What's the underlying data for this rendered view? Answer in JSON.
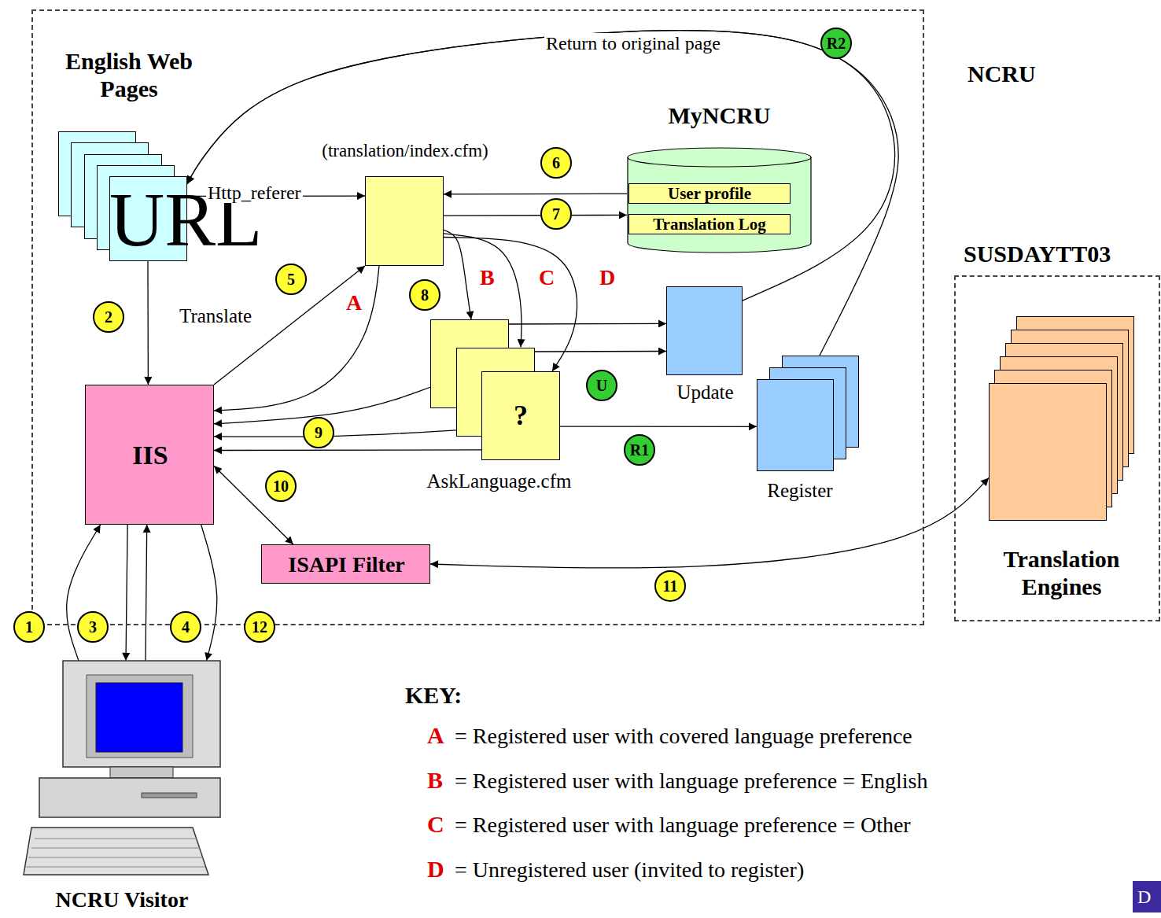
{
  "diagram": {
    "nodes": [
      {
        "text": [
          "NCRU"
        ]
      },
      {
        "text": [
          "English Web Pages",
          "URL"
        ],
        "in": 0
      },
      {
        "text": [
          "(translation/index.cfm)"
        ],
        "in": 0
      },
      {
        "text": [
          "MyNCRU",
          "User profile",
          "Translation Log"
        ],
        "in": 0
      },
      {
        "text": [
          "IIS"
        ],
        "in": 0
      },
      {
        "text": [
          "?",
          "AskLanguage.cfm"
        ],
        "in": 0
      },
      {
        "text": [
          "Update"
        ],
        "in": 0
      },
      {
        "text": [
          "Register"
        ],
        "in": 0
      },
      {
        "text": [
          "ISAPI Filter"
        ],
        "in": 0
      },
      {
        "text": [
          "SUSDAYTT03"
        ]
      },
      {
        "text": [
          "Translation Engines"
        ],
        "in": 9
      },
      {
        "text": [
          "NCRU Visitor"
        ]
      }
    ],
    "edges": [
      {
        "from": 1,
        "to": 2,
        "arrow": "to",
        "label": "Http_referer"
      },
      {
        "from": 1,
        "to": 4,
        "arrow": "to"
      },
      {
        "from": 11,
        "to": 4,
        "arrow": "to"
      },
      {
        "from": 4,
        "to": 11,
        "arrow": "to"
      },
      {
        "from": 11,
        "to": 4,
        "arrow": "to"
      },
      {
        "from": 4,
        "to": 11,
        "arrow": "to"
      },
      {
        "from": 4,
        "to": 2,
        "arrow": "to",
        "label": "Translate"
      },
      {
        "from": 3,
        "to": 2,
        "arrow": "to"
      },
      {
        "from": 2,
        "to": 3,
        "arrow": "to"
      },
      {
        "from": 2,
        "to": 4,
        "arrow": "to",
        "label": "A"
      },
      {
        "from": 2,
        "to": 5,
        "arrow": "to",
        "label": "B"
      },
      {
        "from": 2,
        "to": 5,
        "arrow": "to",
        "label": "C"
      },
      {
        "from": 2,
        "to": 5,
        "arrow": "to",
        "label": "D"
      },
      {
        "from": 5,
        "to": 4,
        "arrow": "to"
      },
      {
        "from": 5,
        "to": 4,
        "arrow": "to"
      },
      {
        "from": 5,
        "to": 4,
        "arrow": "to"
      },
      {
        "from": 5,
        "to": 6,
        "arrow": "to"
      },
      {
        "from": 5,
        "to": 6,
        "arrow": "to"
      },
      {
        "from": 5,
        "to": 7,
        "arrow": "to"
      },
      {
        "from": 6,
        "to": 1,
        "arrow": "to",
        "label": "Return to original page"
      },
      {
        "from": 7,
        "to": 1,
        "arrow": "to"
      },
      {
        "from": 4,
        "to": 8,
        "arrow": "both"
      },
      {
        "from": 8,
        "to": 10,
        "arrow": "both"
      }
    ],
    "labels": [
      "R2",
      "6",
      "7",
      "5",
      "8",
      "2",
      "U",
      "R1",
      "9",
      "10",
      "11",
      "1",
      "3",
      "4",
      "12",
      "KEY:",
      "A",
      "B",
      "C",
      "D",
      "D"
    ],
    "legend": [
      {
        "text": "= Registered user with covered language preference"
      },
      {
        "text": "= Registered user with language preference = English"
      },
      {
        "text": "= Registered user with language preference = Other"
      },
      {
        "text": "= Unregistered user (invited to register)"
      }
    ]
  }
}
